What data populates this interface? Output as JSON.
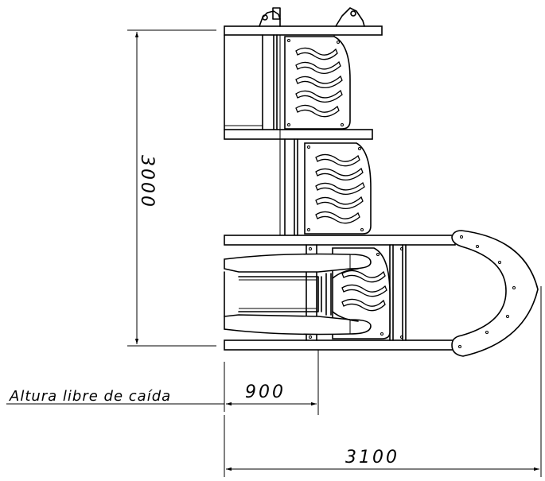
{
  "drawing": {
    "dimensions": {
      "overall_length": "3000",
      "fall_zone": "900",
      "overall_width": "3100"
    },
    "labels": {
      "free_fall_height": "Altura libre de caída"
    }
  }
}
